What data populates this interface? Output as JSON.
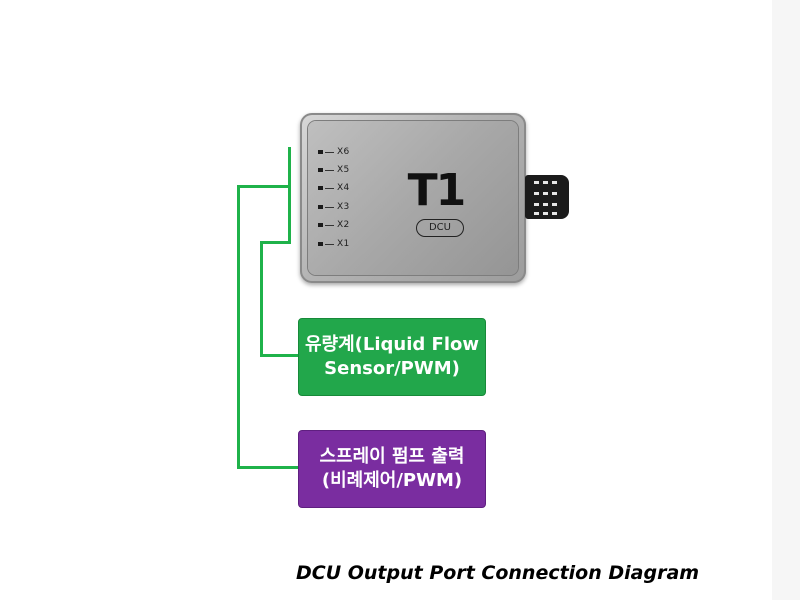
{
  "device": {
    "model": "T1",
    "badge": "DCU",
    "ports": [
      "X6",
      "X5",
      "X4",
      "X3",
      "X2",
      "X1"
    ]
  },
  "boxes": {
    "flow_sensor": {
      "line1": "유량계(Liquid Flow",
      "line2": "Sensor/PWM)",
      "color": "#22a74b"
    },
    "spray_pump": {
      "line1": "스프레이 펌프 출력",
      "line2": "(비례제어/PWM)",
      "color": "#7a2da0"
    }
  },
  "wire_color": "#1fb24a",
  "caption": "DCU Output Port Connection Diagram"
}
